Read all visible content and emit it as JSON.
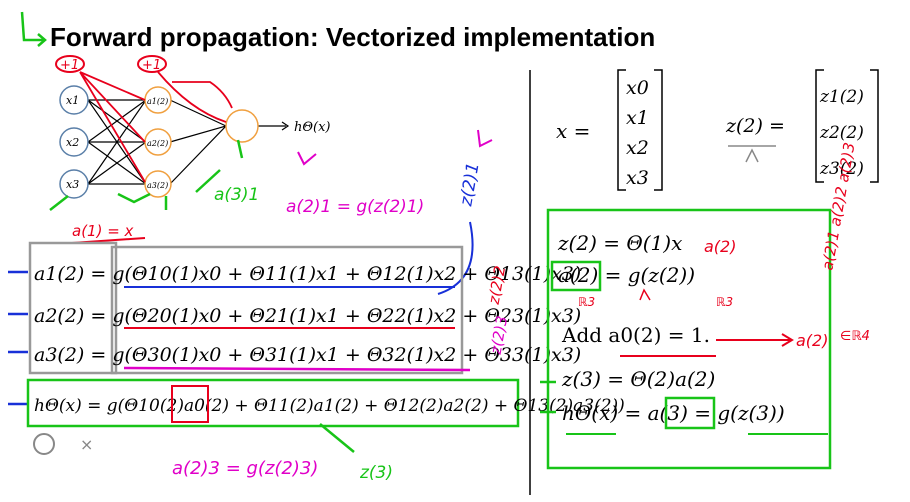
{
  "slide": {
    "title": "Forward propagation: Vectorized implementation"
  },
  "network": {
    "inputs": [
      "x1",
      "x2",
      "x3"
    ],
    "hidden": [
      "a1(2)",
      "a2(2)",
      "a3(2)"
    ],
    "output": "hΘ(x)"
  },
  "equations_left": [
    "a1(2) = g(Θ10(1)x0 + Θ11(1)x1 + Θ12(1)x2 + Θ13(1)x3)",
    "a2(2) = g(Θ20(1)x0 + Θ21(1)x1 + Θ22(1)x2 + Θ23(1)x3)",
    "a3(2) = g(Θ30(1)x0 + Θ31(1)x1 + Θ32(1)x2 + Θ33(1)x3)",
    "hΘ(x) = g(Θ10(2)a0(2) + Θ11(2)a1(2) + Θ12(2)a2(2) + Θ13(2)a3(2))"
  ],
  "vectors": {
    "x_label": "x =",
    "x_entries": [
      "x0",
      "x1",
      "x2",
      "x3"
    ],
    "z_label": "z(2) =",
    "z_entries": [
      "z1(2)",
      "z2(2)",
      "z3(2)"
    ]
  },
  "equations_right": [
    "z(2) = Θ(1)x",
    "a(2) = g(z(2))",
    "Add a0(2) = 1.",
    "z(3) = Θ(2)a(2)",
    "hΘ(x) = a(3) = g(z(3))"
  ],
  "annotations": {
    "plus_one": "+1",
    "a1_equals_x": "a(1) = x",
    "a1_3": "a(3)1",
    "a1_2_g": "a(2)1 = g(z(2)1)",
    "z1_2": "z(2)1",
    "z2_2": "z(2)2",
    "z3_2": "z(2)3",
    "a3_2_g": "a(2)3 = g(z(2)3)",
    "z3": "z(3)",
    "r3": "ℝ3",
    "r4": "∈ℝ4",
    "a_stack": "a(2)1 a(2)2 a(2)3",
    "a2_right": "a(2)"
  },
  "colors": {
    "red": "#e8001c",
    "green": "#18c418",
    "magenta": "#e000c8",
    "blue": "#1830d8",
    "orange": "#f0a040",
    "node_blue": "#5a7fa8"
  }
}
